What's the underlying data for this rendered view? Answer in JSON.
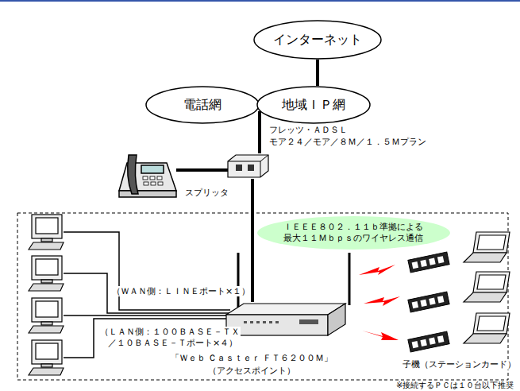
{
  "diagram": {
    "nodes": [
      {
        "text": [
          "インターネット"
        ]
      },
      {
        "text": [
          "電話網"
        ]
      },
      {
        "text": [
          "地域ＩＰ網"
        ]
      },
      {
        "text": [
          "スプリッタ"
        ]
      },
      {
        "text": [
          "ＩＥＥＥ８０２．１１ｂ準拠による",
          "最大１１Ｍｂｐｓのワイヤレス通信"
        ]
      },
      {
        "text": [
          "「Ｗｅｂ Ｃａｓｔｅｒ ＦＴ６２００Ｍ」",
          "（アクセスポイント）"
        ]
      }
    ],
    "edges": [
      {
        "from": 0,
        "to": 2,
        "arrow": "none"
      },
      {
        "from": 2,
        "to": 3,
        "arrow": "none"
      },
      {
        "from": 3,
        "to": 5,
        "arrow": "none"
      }
    ],
    "labels": [
      "フレッツ・ＡＤＳＬ",
      "モア２４／モア／８Ｍ／１．５Ｍプラン",
      "（ＷＡＮ側：ＬＩＮＥポート×１）",
      "（ＬＡＮ側：１００ＢＡＳＥ－ＴＸ",
      "／１０ＢＡＳＥ－Ｔポート×４）",
      "子機（ステーションカード）",
      "※接続するＰＣは１０台以下推奨"
    ]
  }
}
